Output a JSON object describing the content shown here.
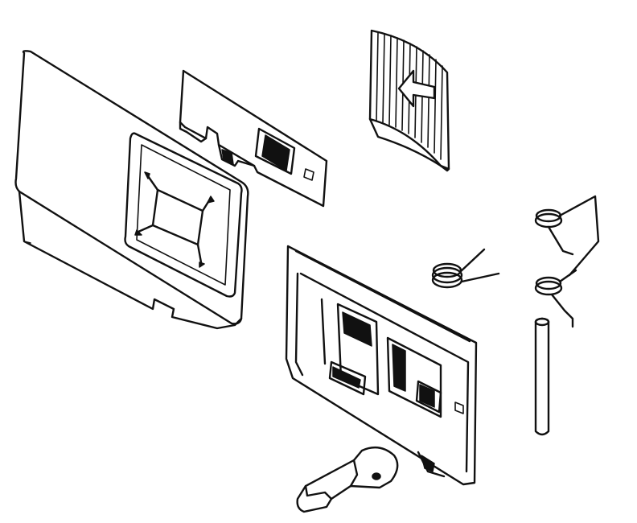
{
  "diagram": {
    "kind": "exploded-view",
    "parts": [
      {
        "id": "cover-panel",
        "icon": "cover-panel"
      },
      {
        "id": "retaining-plate",
        "icon": "plate"
      },
      {
        "id": "slide-knob",
        "icon": "ribbed-knob-with-arrow"
      },
      {
        "id": "latch-base",
        "icon": "latch-housing"
      },
      {
        "id": "spring-left",
        "icon": "torsion-spring"
      },
      {
        "id": "spring-upper-right",
        "icon": "torsion-spring"
      },
      {
        "id": "spring-lower-right",
        "icon": "torsion-spring"
      },
      {
        "id": "pin",
        "icon": "pin"
      },
      {
        "id": "lever",
        "icon": "lever"
      }
    ],
    "colors": {
      "ink": "#111111",
      "paper": "#ffffff",
      "shade": "#e6e6e6"
    }
  }
}
